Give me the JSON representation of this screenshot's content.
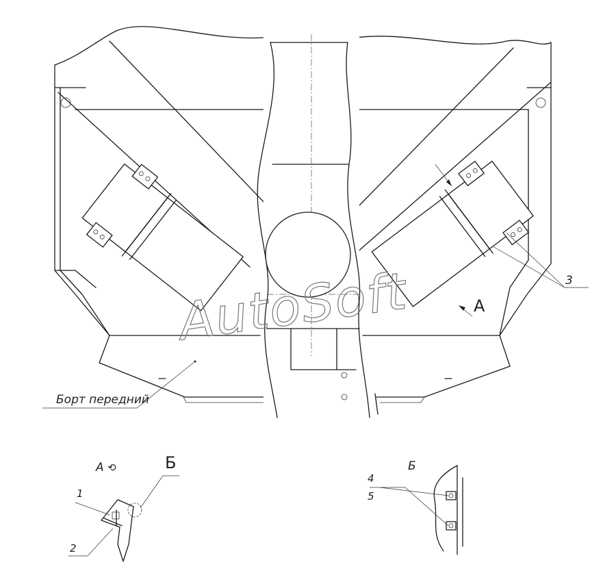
{
  "watermark": "AutoSoft",
  "labels": {
    "front_board": "Борт передний",
    "item_3": "3",
    "view_a_arrow": "А",
    "view_a_title": "А",
    "view_a_rotation_symbol": "⟲",
    "detail_b_mark": "Б",
    "item_1": "1",
    "item_2": "2",
    "view_b_title": "Б",
    "item_4": "4",
    "item_5": "5"
  }
}
